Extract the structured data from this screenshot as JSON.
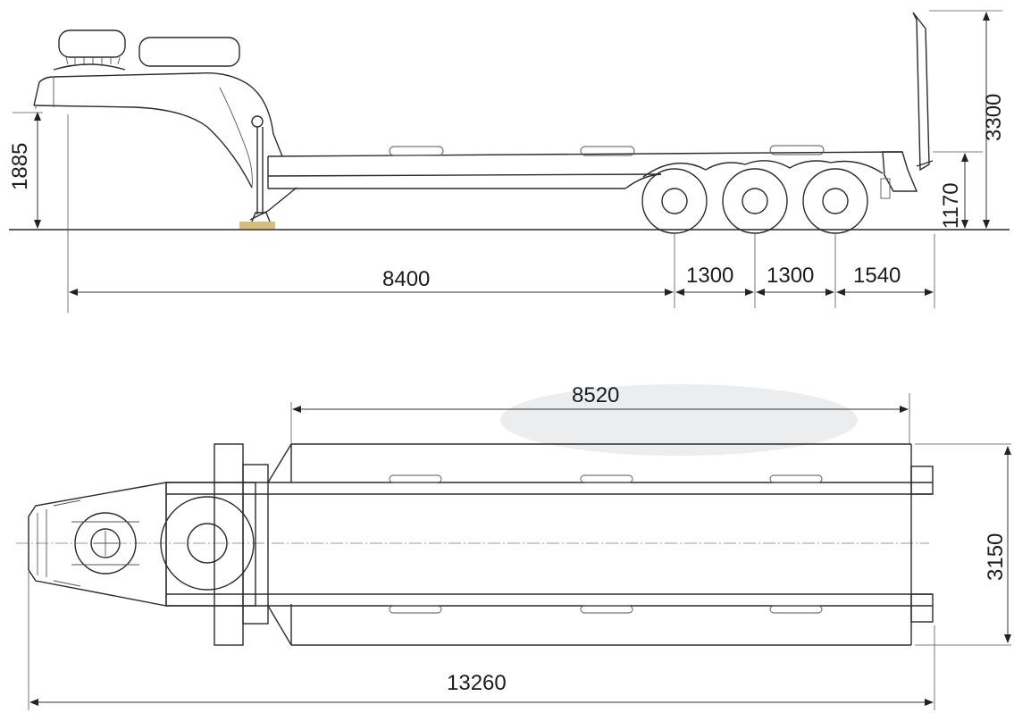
{
  "side_view": {
    "dimensions": {
      "length_to_axle": "8400",
      "axle_spacing_1": "1300",
      "axle_spacing_2": "1300",
      "rear_overhang": "1540",
      "gooseneck_height": "1885",
      "deck_height": "1170",
      "ramp_height": "3300"
    }
  },
  "top_view": {
    "dimensions": {
      "deck_length": "8520",
      "overall_width": "3150",
      "overall_length": "13260"
    }
  }
}
